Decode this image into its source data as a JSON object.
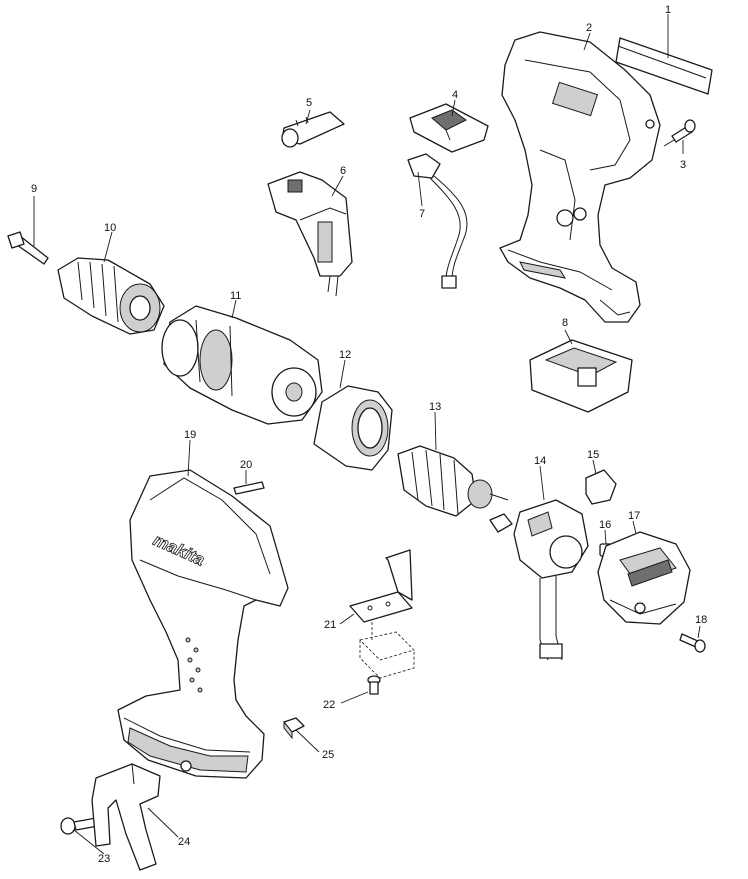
{
  "brand_logo": "makita",
  "callouts": [
    "1",
    "2",
    "3",
    "4",
    "5",
    "6",
    "7",
    "8",
    "9",
    "10",
    "11",
    "12",
    "13",
    "14",
    "15",
    "16",
    "17",
    "18",
    "19",
    "20",
    "21",
    "22",
    "23",
    "24",
    "25"
  ]
}
